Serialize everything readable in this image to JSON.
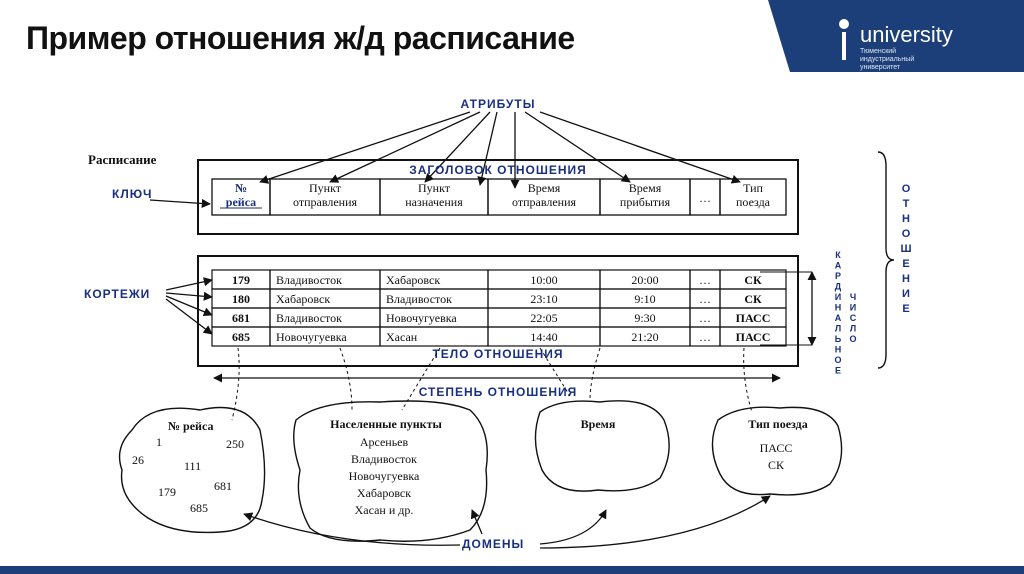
{
  "slide": {
    "title": "Пример отношения ж/д расписание"
  },
  "logo": {
    "name": "university",
    "subtitle": [
      "Тюменский",
      "индустриальный",
      "университет"
    ]
  },
  "labels": {
    "attributes": "АТРИБУТЫ",
    "relation_name": "Расписание",
    "header": "ЗАГОЛОВОК ОТНОШЕНИЯ",
    "key": "КЛЮЧ",
    "tuples": "КОРТЕЖИ",
    "body": "ТЕЛО ОТНОШЕНИЯ",
    "degree": "СТЕПЕНЬ ОТНОШЕНИЯ",
    "domains": "ДОМЕНЫ",
    "relation_vertical": "ОТНОШЕНИЕ",
    "cardinal_vertical": "КАРДИНАЛЬНОЕ",
    "number_vertical": "ЧИСЛО"
  },
  "header_cells": [
    [
      "№",
      "рейса"
    ],
    [
      "Пункт",
      "отправления"
    ],
    [
      "Пункт",
      "назначения"
    ],
    [
      "Время",
      "отправления"
    ],
    [
      "Время",
      "прибытия"
    ],
    [
      "…"
    ],
    [
      "Тип",
      "поезда"
    ]
  ],
  "rows": [
    [
      "179",
      "Владивосток",
      "Хабаровск",
      "10:00",
      "20:00",
      "…",
      "СК"
    ],
    [
      "180",
      "Хабаровск",
      "Владивосток",
      "23:10",
      "9:10",
      "…",
      "СК"
    ],
    [
      "681",
      "Владивосток",
      "Новочугуевка",
      "22:05",
      "9:30",
      "…",
      "ПАСС"
    ],
    [
      "685",
      "Новочугуевка",
      "Хасан",
      "14:40",
      "21:20",
      "…",
      "ПАСС"
    ]
  ],
  "domains": {
    "flight": {
      "title": "№ рейса",
      "values": [
        "1",
        "250",
        "26",
        "111",
        "179",
        "681",
        "685"
      ]
    },
    "places": {
      "title": "Населенные пункты",
      "values": [
        "Арсеньев",
        "Владивосток",
        "Новочугуевка",
        "Хабаровск",
        "Хасан и др."
      ]
    },
    "time": {
      "title": "Время"
    },
    "train": {
      "title": "Тип поезда",
      "values": [
        "ПАСС",
        "СК"
      ]
    }
  }
}
